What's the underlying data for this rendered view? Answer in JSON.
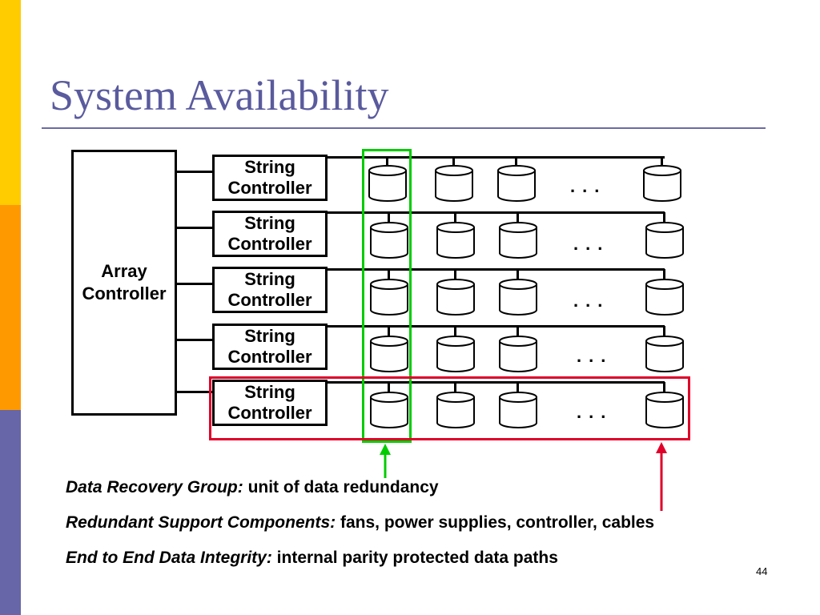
{
  "slide": {
    "title": "System Availability",
    "page_number": "44",
    "colors": {
      "title": "#5A5A9E",
      "band_top": "#FFCC00",
      "band_middle": "#FF9900",
      "band_bottom": "#6666A8",
      "recovery_group_highlight": "#00CC00",
      "support_highlight": "#E0002A"
    }
  },
  "diagram": {
    "array_controller_label": "Array\nController",
    "string_controller_label": "String\nController",
    "string_count": 5,
    "disks_per_string_shown": 4,
    "ellipsis": "...",
    "highlights": [
      "data-recovery-group",
      "redundant-support-components"
    ]
  },
  "lines": [
    {
      "term": "Data Recovery Group:",
      "text": " unit of data redundancy"
    },
    {
      "term": "Redundant Support Components:",
      "text": " fans, power supplies, controller, cables"
    },
    {
      "term": "End to End Data Integrity:",
      "text": " internal parity protected data paths"
    }
  ]
}
